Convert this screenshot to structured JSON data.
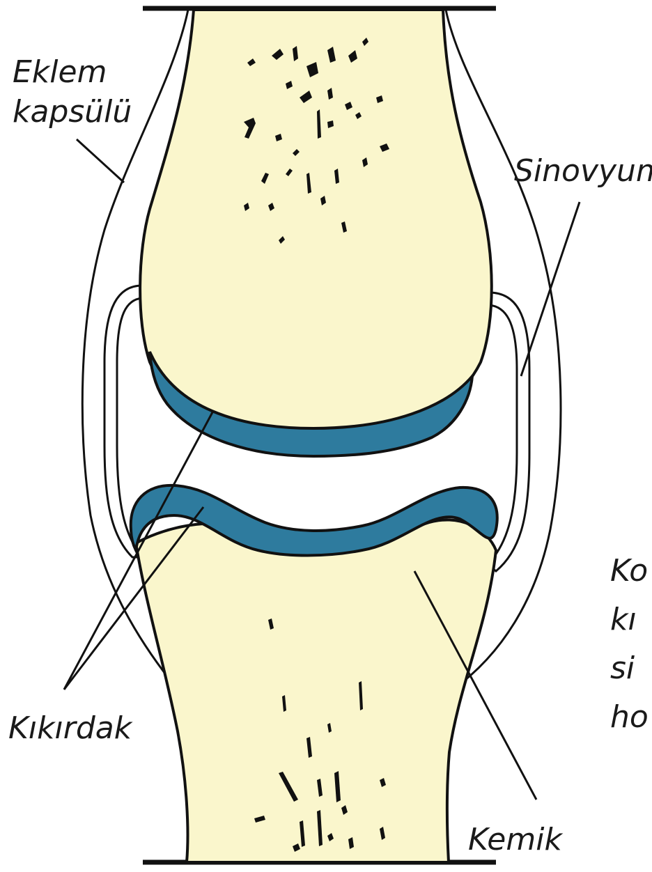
{
  "labels": {
    "capsule_line1": "Eklem",
    "capsule_line2": "kapsülü",
    "synovium": "Sinovyum",
    "cartilage": "Kıkırdak",
    "bone": "Kemik"
  },
  "cut_off_text": [
    "Ko",
    "kı",
    "si",
    "ho"
  ],
  "colors": {
    "bone": "#faf6cc",
    "cartilage": "#2e7b9e",
    "outline": "#111111",
    "background": "#ffffff"
  }
}
